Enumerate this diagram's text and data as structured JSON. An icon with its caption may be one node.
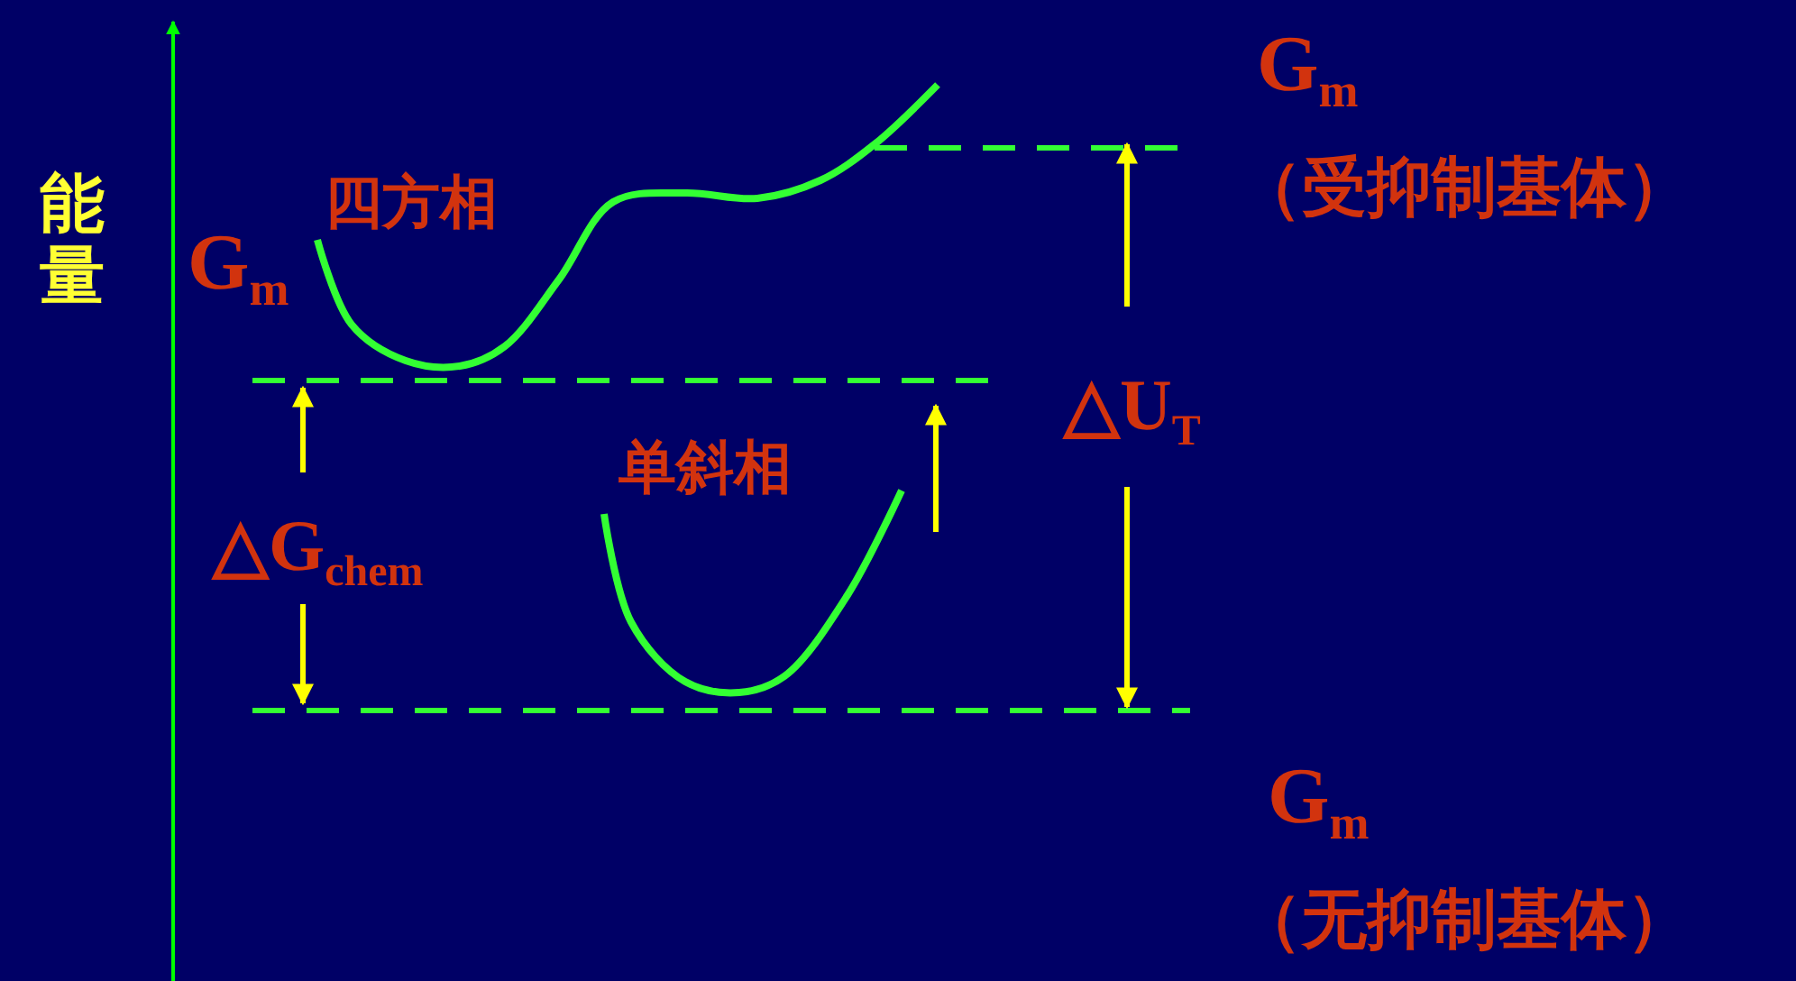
{
  "diagram": {
    "labels": [
      "G$_{m}$",
      "（受抑制基体）",
      "四方相",
      "G$_{m}$",
      "能量",
      "△U$_{T}$",
      "单斜相",
      "△G$_{chem}$",
      "G$_{m}$",
      "（无抑制基体）"
    ]
  }
}
